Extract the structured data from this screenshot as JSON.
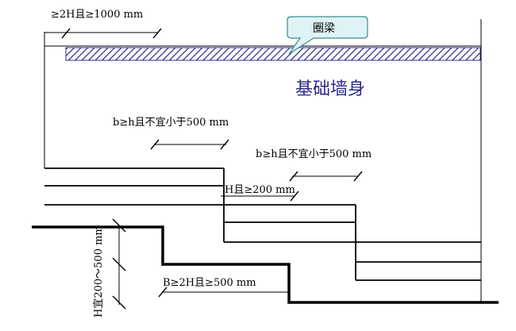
{
  "diagram": {
    "title": "基础墙身",
    "callout_label": "圈梁",
    "dimensions": {
      "ring_beam_offset": "≥2H且≥1000  mm",
      "step_width_upper": "b≥h且不宜小于500  mm",
      "step_width_lower": "b≥h且不宜小于500  mm",
      "step_height": "H且≥200  mm",
      "step_length_bottom": "B≥2H且≥500  mm",
      "vertical_height": "H宜200～500 mm"
    },
    "colors": {
      "title": "#2a2a8c",
      "callout_fill": "#dff3f6",
      "callout_stroke": "#3a8a8f",
      "hatch": "#2b2f8f",
      "lines": "#000000"
    }
  }
}
